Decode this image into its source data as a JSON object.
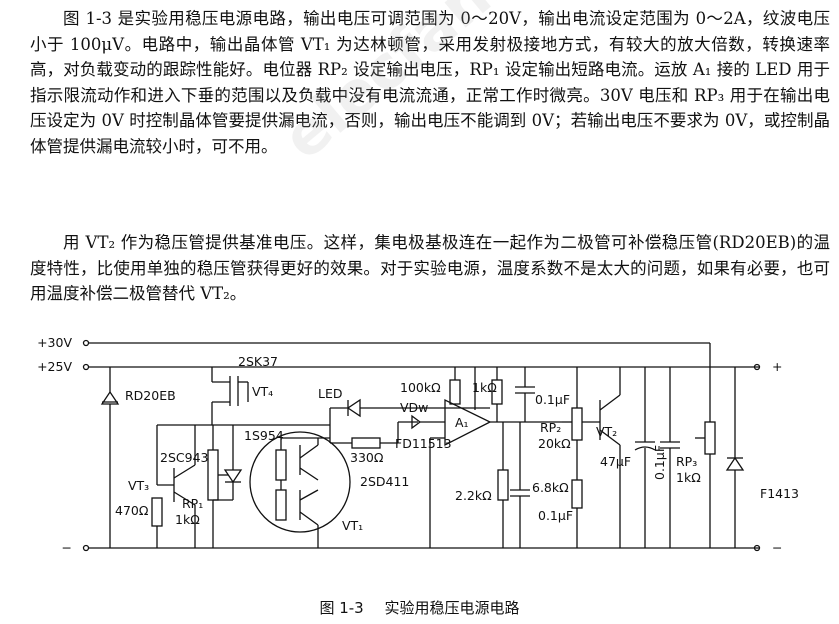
{
  "paragraph1": "图 1-3 是实验用稳压电源电路，输出电压可调范围为 0～20V，输出电流设定范围为 0～2A，纹波电压小于 100μV。电路中，输出晶体管 VT₁ 为达林顿管，采用发射极接地方式，有较大的放大倍数，转换速率高，对负载变动的跟踪性能好。电位器 RP₂ 设定输出电压，RP₁ 设定输出短路电流。运放 A₁ 接的 LED 用于指示限流动作和进入下垂的范围以及负载中没有电流流通，正常工作时微亮。30V 电压和 RP₃ 用于在输出电压设定为 0V 时控制晶体管要提供漏电流，否则，输出电压不能调到 0V；若输出电压不要求为 0V，或控制晶体管提供漏电流较小时，可不用。",
  "paragraph2": "用 VT₂ 作为稳压管提供基准电压。这样，集电极基极连在一起作为二极管可补偿稳压管(RD20EB)的温度特性，比使用单独的稳压管获得更好的效果。对于实验电源，温度系数不是太大的问题，如果有必要，也可用温度补偿二极管替代 VT₂。",
  "watermark": "elecfans.com",
  "schematic_labels": {
    "v30": "+30V",
    "v25": "+25V",
    "minus_in": "−",
    "plus_out": "+",
    "minus_out": "−",
    "rd20eb": "RD20EB",
    "sk37": "2SK37",
    "vt4": "VT₄",
    "s954": "1S954",
    "sc943": "2SC943",
    "vt3": "VT₃",
    "r470": "470Ω",
    "rp1": "RP₁",
    "rp1_val": "1kΩ",
    "led": "LED",
    "vdw": "VDw",
    "fd": "FD11513",
    "r330": "330Ω",
    "sd411": "2SD411",
    "vt1": "VT₁",
    "r100k": "100kΩ",
    "r1k": "1kΩ",
    "a1": "A₁",
    "c01a": "0.1μF",
    "rp2": "RP₂",
    "rp2_val": "20kΩ",
    "vt2": "VT₂",
    "c47": "47μF",
    "c01b": "0.1μF",
    "rp3": "RP₃",
    "rp3_val": "1kΩ",
    "r22k": "2.2kΩ",
    "r68k": "6.8kΩ",
    "c01c": "0.1μF",
    "f1413": "F1413"
  },
  "caption": {
    "number": "图 1-3",
    "title": "实验用稳压电源电路"
  }
}
